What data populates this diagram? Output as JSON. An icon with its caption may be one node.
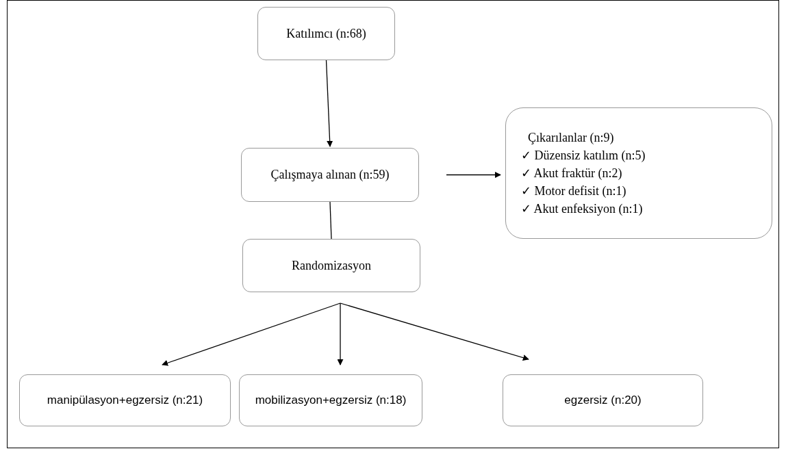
{
  "diagram": {
    "nodes": [
      {
        "text": [
          "Katılımcı (n:68)"
        ]
      },
      {
        "text": [
          "Çalışmaya alınan (n:59)"
        ]
      },
      {
        "text": [
          "Çıkarılanlar (n:9)",
          "✓ Düzensiz katılım (n:5)",
          "✓ Akut fraktür (n:2)",
          "✓ Motor defisit (n:1)",
          "✓ Akut enfeksiyon (n:1)"
        ]
      },
      {
        "text": [
          "Randomizasyon"
        ]
      },
      {
        "text": [
          "manipülasyon+egzersiz (n:21)"
        ]
      },
      {
        "text": [
          "mobilizasyon+egzersiz (n:18)"
        ]
      },
      {
        "text": [
          "egzersiz (n:20)"
        ]
      }
    ],
    "edges": [
      {
        "from": 0,
        "to": 1,
        "arrow": "to"
      },
      {
        "from": 1,
        "to": 2,
        "arrow": "to"
      },
      {
        "from": 1,
        "to": 3,
        "arrow": "none"
      },
      {
        "from": 3,
        "to": 4,
        "arrow": "to"
      },
      {
        "from": 3,
        "to": 5,
        "arrow": "to"
      },
      {
        "from": 3,
        "to": 6,
        "arrow": "to"
      }
    ]
  }
}
